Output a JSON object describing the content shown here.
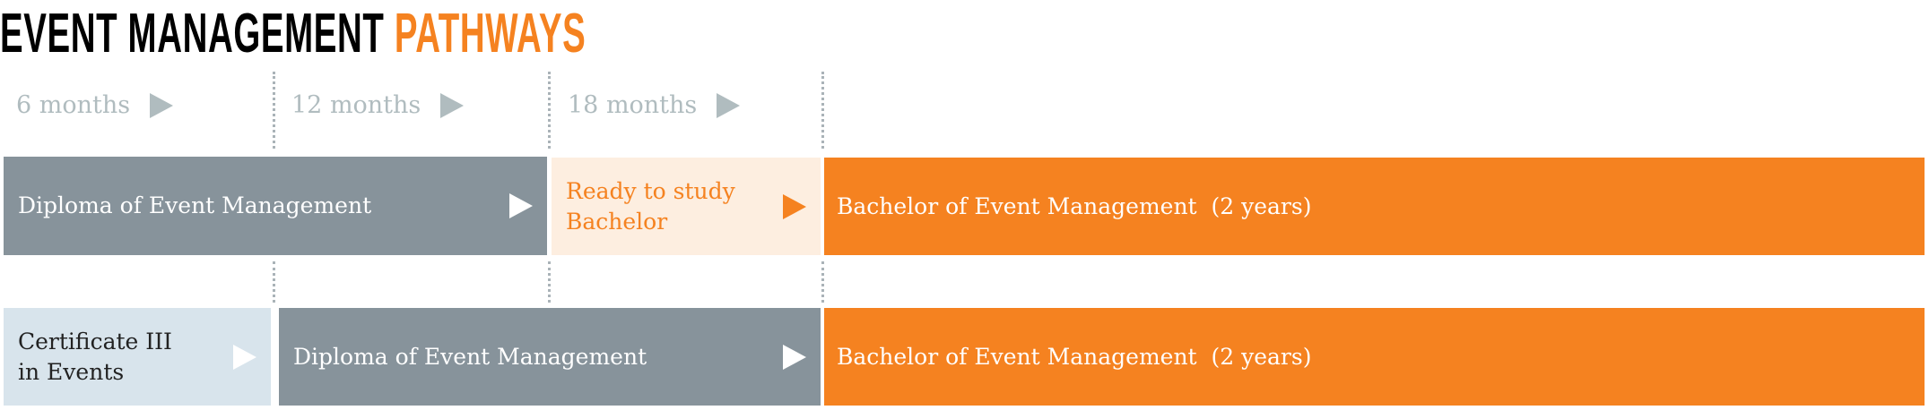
{
  "title": {
    "part1": "EVENT MANAGEMENT",
    "part2": "PATHWAYS"
  },
  "timeline": [
    "6 months",
    "12 months",
    "18 months"
  ],
  "pathway1": [
    {
      "label": "Diploma of Event Management"
    },
    {
      "label_line1": "Ready to study",
      "label_line2": "Bachelor"
    },
    {
      "label": "Bachelor of Event Management  (2 years)"
    }
  ],
  "pathway2": [
    {
      "label_line1": "Certificate III",
      "label_line2": "in Events"
    },
    {
      "label": "Diploma of Event Management"
    },
    {
      "label": "Bachelor of Event Management  (2 years)"
    }
  ],
  "colors": {
    "grey": "#87939b",
    "orange": "#f58220",
    "peach": "#fdeee0",
    "light_blue": "#d8e4ec",
    "timeline_grey": "#b0bcbf"
  }
}
